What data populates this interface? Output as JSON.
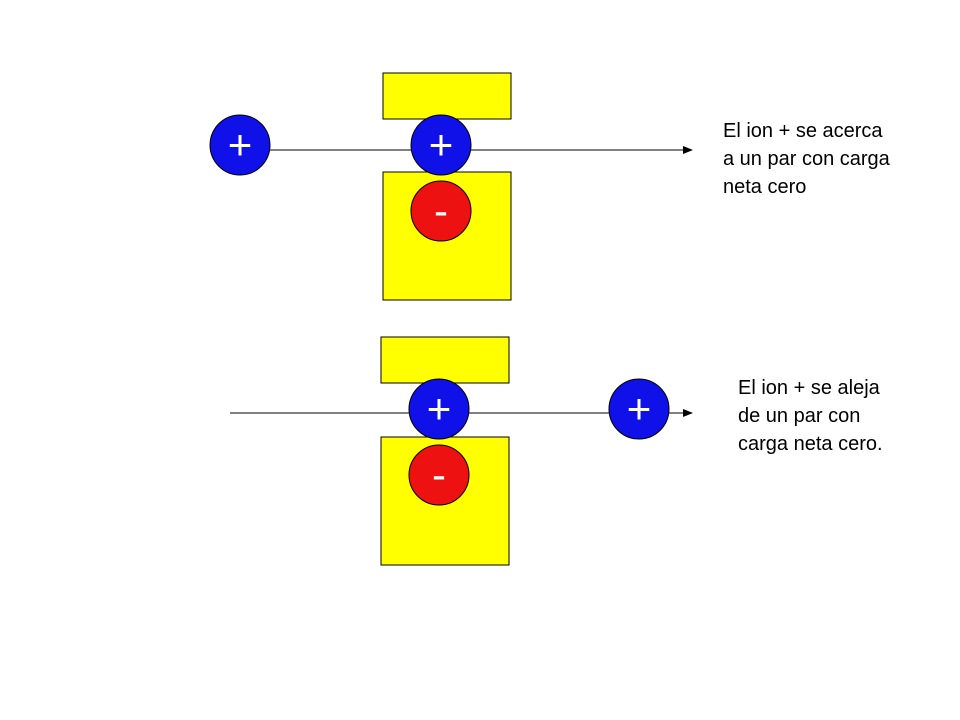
{
  "colors": {
    "background": "#ffffff",
    "block_fill": "#ffff00",
    "block_stroke": "#000000",
    "positive_ion": "#1010e8",
    "negative_ion": "#ee1111",
    "ion_stroke": "#000000",
    "ion_text": "#ffffff",
    "line": "#000000"
  },
  "ion_symbols": {
    "positive": "+",
    "negative": "-"
  },
  "panels": [
    {
      "name": "approach",
      "caption": "El ion + se acerca\na un par con carga\nneta cero"
    },
    {
      "name": "recede",
      "caption": "El ion + se aleja\nde un par con\ncarga neta cero."
    }
  ]
}
